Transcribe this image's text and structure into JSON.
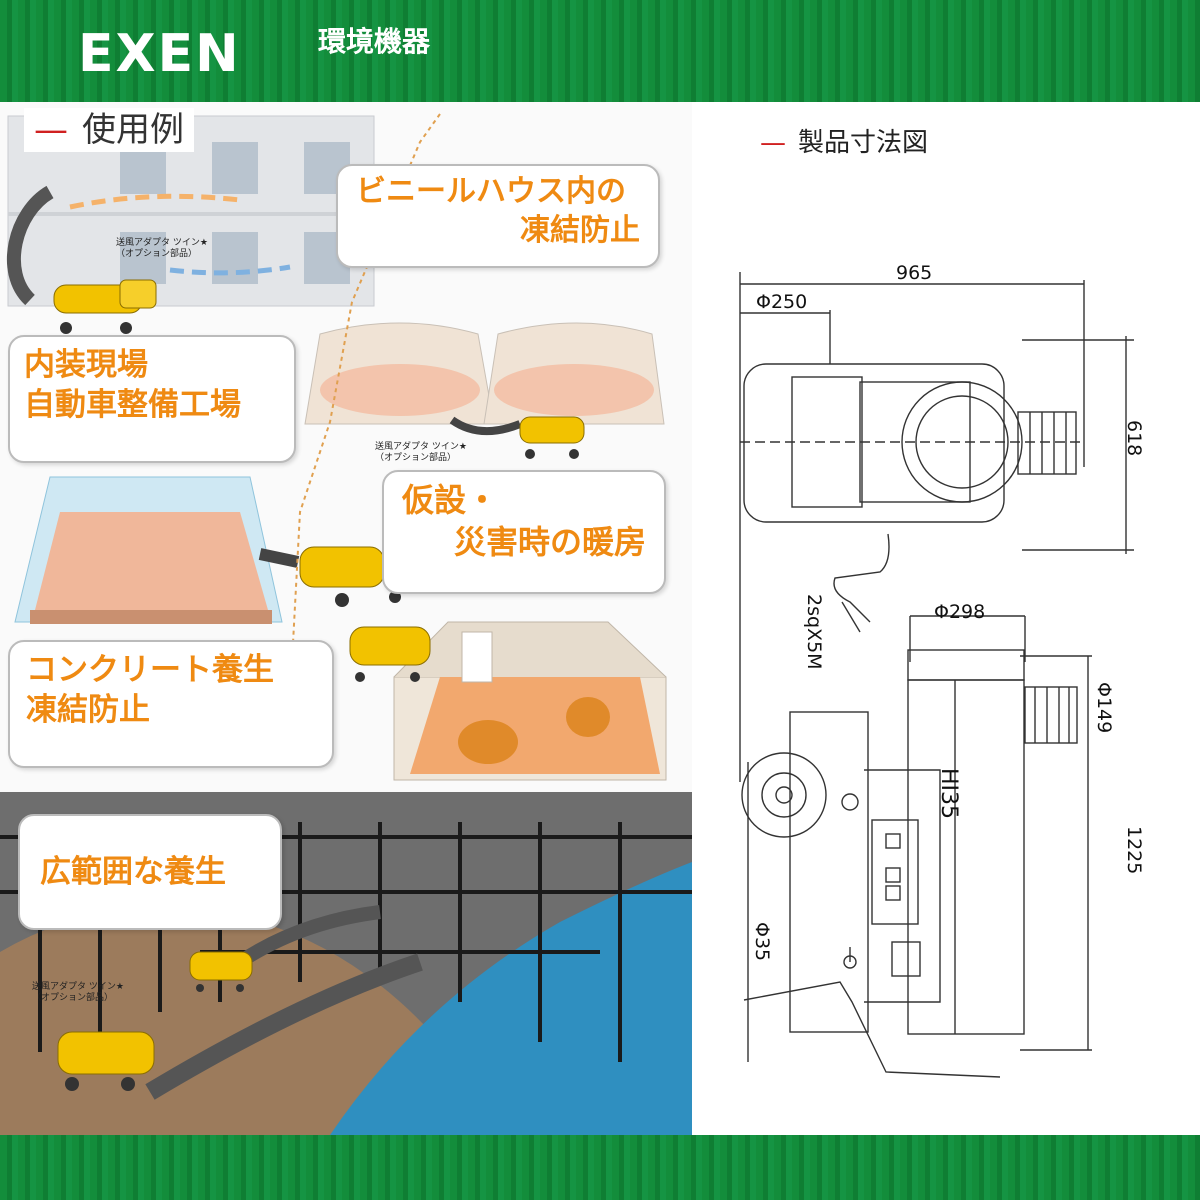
{
  "header": {
    "logo": "EXEN",
    "category": "環境機器"
  },
  "usage": {
    "label": "使用例",
    "bubbles": [
      {
        "lines": [
          "ビニールハウス内の",
          "凍結防止"
        ]
      },
      {
        "lines": [
          "内装現場",
          "自動車整備工場"
        ]
      },
      {
        "lines": [
          "仮設・",
          "災害時の暖房"
        ]
      },
      {
        "lines": [
          "コンクリート養生",
          "凍結防止"
        ]
      },
      {
        "lines": [
          "広範囲な養生"
        ]
      }
    ],
    "option_note": {
      "line1": "送風アダプタ ツイン★",
      "line2": "（オプション部品）"
    }
  },
  "dimensions": {
    "label": "製品寸法図",
    "values": {
      "width": "965",
      "depth": "618",
      "height": "1225",
      "outlet_dia": "Φ250",
      "duct_dia": "Φ298",
      "outlet_side_dia": "Φ149",
      "pipe_dia": "Φ35",
      "cable": "2sqX5M",
      "model": "HI35"
    }
  },
  "colors": {
    "brand_green": "#138d3b",
    "accent_orange": "#ef8a12",
    "heater_yellow": "#f2c200",
    "dash_red": "#d02020"
  }
}
